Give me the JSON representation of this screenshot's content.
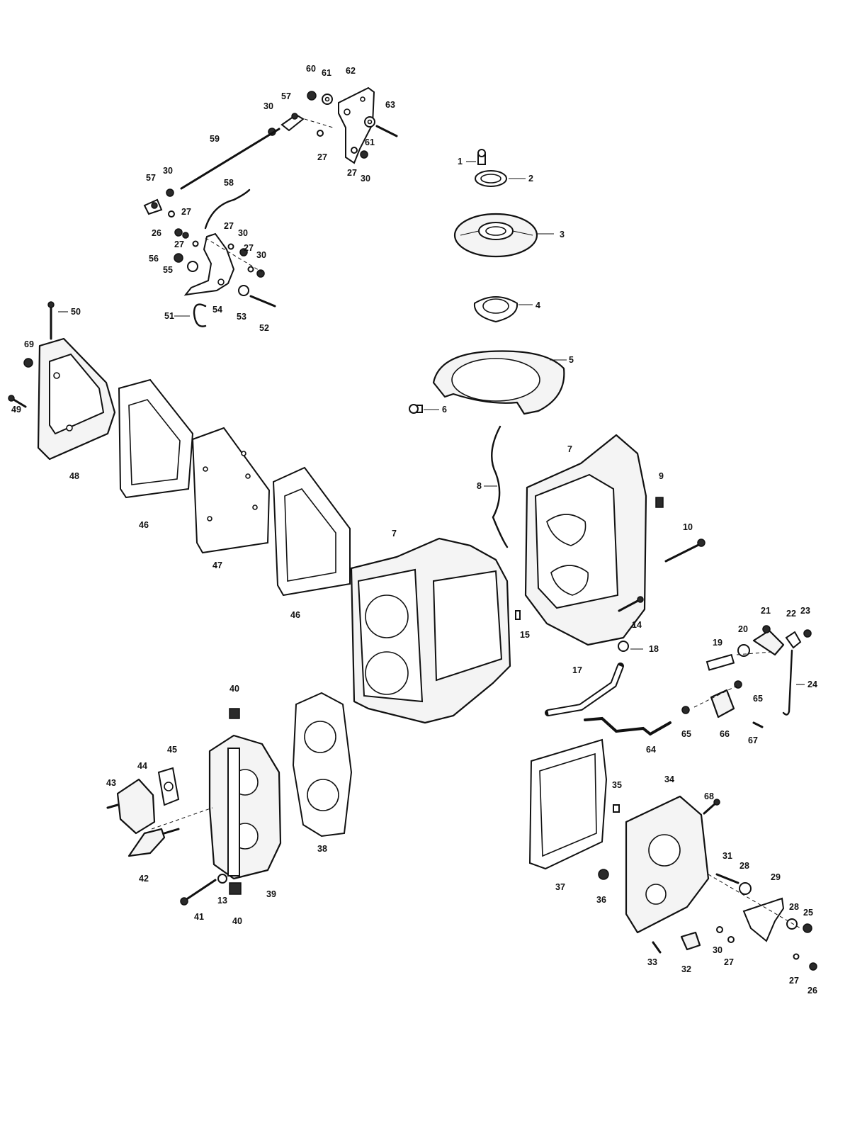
{
  "diagram": {
    "callouts": [
      {
        "id": "c60",
        "text": "60"
      },
      {
        "id": "c61a",
        "text": "61"
      },
      {
        "id": "c62",
        "text": "62"
      },
      {
        "id": "c57a",
        "text": "57"
      },
      {
        "id": "c30a",
        "text": "30"
      },
      {
        "id": "c63",
        "text": "63"
      },
      {
        "id": "c61b",
        "text": "61"
      },
      {
        "id": "c59",
        "text": "59"
      },
      {
        "id": "c27a",
        "text": "27"
      },
      {
        "id": "c27b",
        "text": "27"
      },
      {
        "id": "c30b",
        "text": "30"
      },
      {
        "id": "c1",
        "text": "1"
      },
      {
        "id": "c2",
        "text": "2"
      },
      {
        "id": "c57b",
        "text": "57"
      },
      {
        "id": "c30c",
        "text": "30"
      },
      {
        "id": "c58",
        "text": "58"
      },
      {
        "id": "c27c",
        "text": "27"
      },
      {
        "id": "c3",
        "text": "3"
      },
      {
        "id": "c27d",
        "text": "27"
      },
      {
        "id": "c30d",
        "text": "30"
      },
      {
        "id": "c26a",
        "text": "26"
      },
      {
        "id": "c27e",
        "text": "27"
      },
      {
        "id": "c27f",
        "text": "27"
      },
      {
        "id": "c56",
        "text": "56"
      },
      {
        "id": "c30e",
        "text": "30"
      },
      {
        "id": "c55",
        "text": "55"
      },
      {
        "id": "c4",
        "text": "4"
      },
      {
        "id": "c50",
        "text": "50"
      },
      {
        "id": "c51",
        "text": "51"
      },
      {
        "id": "c54",
        "text": "54"
      },
      {
        "id": "c53",
        "text": "53"
      },
      {
        "id": "c52",
        "text": "52"
      },
      {
        "id": "c69",
        "text": "69"
      },
      {
        "id": "c5",
        "text": "5"
      },
      {
        "id": "c49",
        "text": "49"
      },
      {
        "id": "c6",
        "text": "6"
      },
      {
        "id": "c48",
        "text": "48"
      },
      {
        "id": "c7a",
        "text": "7"
      },
      {
        "id": "c8",
        "text": "8"
      },
      {
        "id": "c9",
        "text": "9"
      },
      {
        "id": "c46a",
        "text": "46"
      },
      {
        "id": "c47",
        "text": "47"
      },
      {
        "id": "c10",
        "text": "10"
      },
      {
        "id": "c7b",
        "text": "7"
      },
      {
        "id": "c46b",
        "text": "46"
      },
      {
        "id": "c15",
        "text": "15"
      },
      {
        "id": "c14",
        "text": "14"
      },
      {
        "id": "c21",
        "text": "21"
      },
      {
        "id": "c22",
        "text": "22"
      },
      {
        "id": "c23",
        "text": "23"
      },
      {
        "id": "c20",
        "text": "20"
      },
      {
        "id": "c19",
        "text": "19"
      },
      {
        "id": "c18",
        "text": "18"
      },
      {
        "id": "c17",
        "text": "17"
      },
      {
        "id": "c24",
        "text": "24"
      },
      {
        "id": "c40a",
        "text": "40"
      },
      {
        "id": "c65a",
        "text": "65"
      },
      {
        "id": "c65b",
        "text": "65"
      },
      {
        "id": "c66",
        "text": "66"
      },
      {
        "id": "c67",
        "text": "67"
      },
      {
        "id": "c64",
        "text": "64"
      },
      {
        "id": "c45",
        "text": "45"
      },
      {
        "id": "c44",
        "text": "44"
      },
      {
        "id": "c43",
        "text": "43"
      },
      {
        "id": "c35",
        "text": "35"
      },
      {
        "id": "c34",
        "text": "34"
      },
      {
        "id": "c68",
        "text": "68"
      },
      {
        "id": "c38",
        "text": "38"
      },
      {
        "id": "c42",
        "text": "42"
      },
      {
        "id": "c31",
        "text": "31"
      },
      {
        "id": "c28a",
        "text": "28"
      },
      {
        "id": "c29",
        "text": "29"
      },
      {
        "id": "c37",
        "text": "37"
      },
      {
        "id": "c39",
        "text": "39"
      },
      {
        "id": "c13",
        "text": "13"
      },
      {
        "id": "c41",
        "text": "41"
      },
      {
        "id": "c36",
        "text": "36"
      },
      {
        "id": "c40b",
        "text": "40"
      },
      {
        "id": "c28b",
        "text": "28"
      },
      {
        "id": "c25",
        "text": "25"
      },
      {
        "id": "c30f",
        "text": "30"
      },
      {
        "id": "c27g",
        "text": "27"
      },
      {
        "id": "c33",
        "text": "33"
      },
      {
        "id": "c32",
        "text": "32"
      },
      {
        "id": "c27h",
        "text": "27"
      },
      {
        "id": "c26b",
        "text": "26"
      }
    ]
  }
}
